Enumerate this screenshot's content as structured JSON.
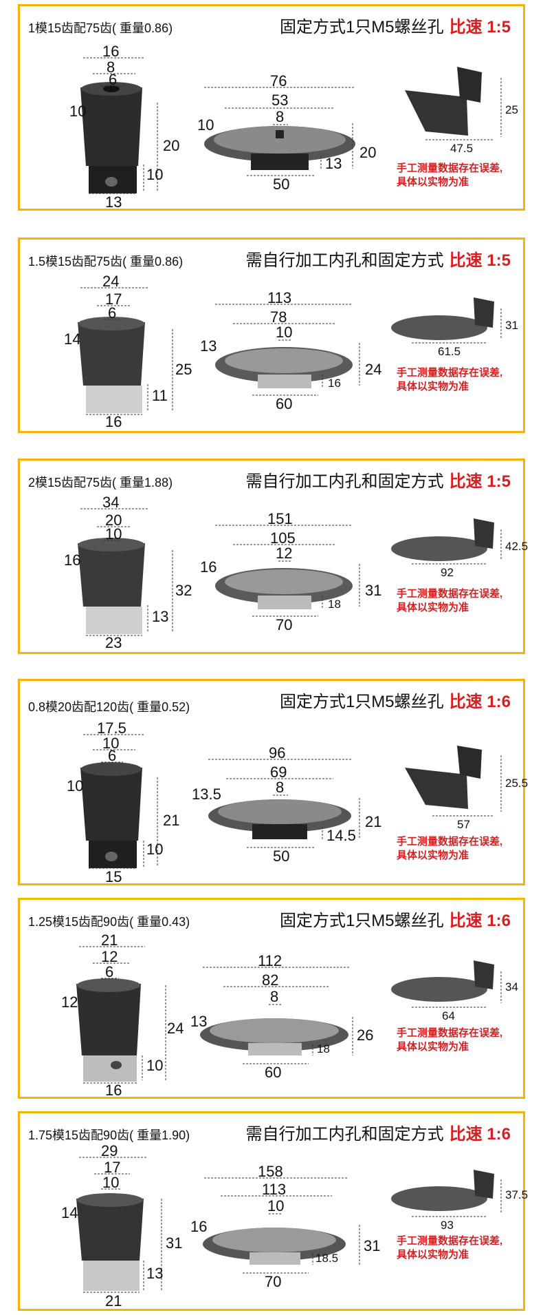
{
  "panels": [
    {
      "title": "1模15齿配75齿( 重量0.86)",
      "fixing": "固定方式1只M5螺丝孔",
      "ratio": "比速  1:5",
      "pinion": {
        "top": "16",
        "mid": "8",
        "bore": "6",
        "tooth": "10",
        "height": "20",
        "hub": "10",
        "base": "13"
      },
      "gear": {
        "outer": "76",
        "inner": "53",
        "bore": "8",
        "tooth": "10",
        "height": "20",
        "hub": "13",
        "base": "50"
      },
      "assembly": {
        "height": "25",
        "width": "47.5"
      },
      "note": [
        "手工测量数据存在误差,",
        "具体以实物为准"
      ]
    },
    {
      "title": "1.5模15齿配75齿( 重量0.86)",
      "fixing": "需自行加工内孔和固定方式",
      "ratio": "比速  1:5",
      "pinion": {
        "top": "24",
        "mid": "17",
        "bore": "6",
        "tooth": "14",
        "height": "25",
        "hub": "11",
        "base": "16"
      },
      "gear": {
        "outer": "113",
        "inner": "78",
        "bore": "10",
        "tooth": "13",
        "height": "24",
        "hub": "16",
        "base": "60"
      },
      "assembly": {
        "height": "31",
        "width": "61.5"
      },
      "note": [
        "手工测量数据存在误差,",
        "具体以实物为准"
      ]
    },
    {
      "title": "2模15齿配75齿( 重量1.88)",
      "fixing": "需自行加工内孔和固定方式",
      "ratio": "比速  1:5",
      "pinion": {
        "top": "34",
        "mid": "20",
        "bore": "10",
        "tooth": "16",
        "height": "32",
        "hub": "13",
        "base": "23"
      },
      "gear": {
        "outer": "151",
        "inner": "105",
        "bore": "12",
        "tooth": "16",
        "height": "31",
        "hub": "18",
        "base": "70"
      },
      "assembly": {
        "height": "42.5",
        "width": "92"
      },
      "note": [
        "手工测量数据存在误差,",
        "具体以实物为准"
      ]
    },
    {
      "title": "0.8模20齿配120齿( 重量0.52)",
      "fixing": "固定方式1只M5螺丝孔",
      "ratio": "比速  1:6",
      "pinion": {
        "top": "17.5",
        "mid": "10",
        "bore": "6",
        "tooth": "10",
        "height": "21",
        "hub": "10",
        "base": "15"
      },
      "gear": {
        "outer": "96",
        "inner": "69",
        "bore": "8",
        "tooth": "13.5",
        "height": "21",
        "hub": "14.5",
        "base": "50"
      },
      "assembly": {
        "height": "25.5",
        "width": "57"
      },
      "note": [
        "手工测量数据存在误差,",
        "具体以实物为准"
      ]
    },
    {
      "title": "1.25模15齿配90齿( 重量0.43)",
      "fixing": "固定方式1只M5螺丝孔",
      "ratio": "比速  1:6",
      "pinion": {
        "top": "21",
        "mid": "12",
        "bore": "6",
        "tooth": "12",
        "height": "24",
        "hub": "10",
        "base": "16"
      },
      "gear": {
        "outer": "112",
        "inner": "82",
        "bore": "8",
        "tooth": "13",
        "height": "26",
        "hub": "18",
        "base": "60"
      },
      "assembly": {
        "height": "34",
        "width": "64"
      },
      "note": [
        "手工测量数据存在误差,",
        "具体以实物为准"
      ]
    },
    {
      "title": "1.75模15齿配90齿( 重量1.90)",
      "fixing": "需自行加工内孔和固定方式",
      "ratio": "比速  1:6",
      "pinion": {
        "top": "29",
        "mid": "17",
        "bore": "10",
        "tooth": "14",
        "height": "31",
        "hub": "13",
        "base": "21"
      },
      "gear": {
        "outer": "158",
        "inner": "113",
        "bore": "10",
        "tooth": "16",
        "height": "31",
        "hub": "18.5",
        "base": "70"
      },
      "assembly": {
        "height": "37.5",
        "width": "93"
      },
      "note": [
        "手工测量数据存在误差,",
        "具体以实物为准"
      ]
    }
  ]
}
